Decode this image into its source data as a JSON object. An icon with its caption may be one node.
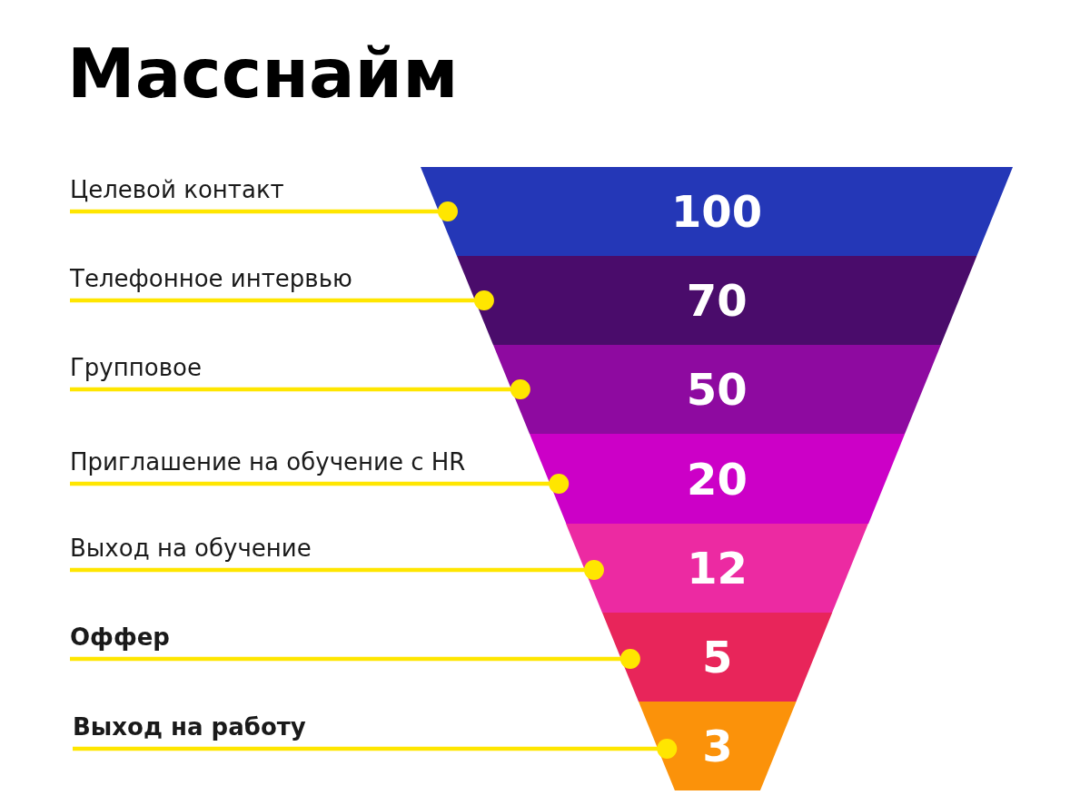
{
  "diagram": {
    "title": "Масснайм",
    "nodes": [
      {
        "text": [
          "Целевой контакт"
        ]
      },
      {
        "text": [
          "100"
        ]
      },
      {
        "text": [
          "Телефонное интервью"
        ]
      },
      {
        "text": [
          "70"
        ]
      },
      {
        "text": [
          "Групповое"
        ]
      },
      {
        "text": [
          "50"
        ]
      },
      {
        "text": [
          "Приглашение на обучение с HR"
        ]
      },
      {
        "text": [
          "20"
        ]
      },
      {
        "text": [
          "Выход на обучение"
        ]
      },
      {
        "text": [
          "12"
        ]
      },
      {
        "text": [
          "Оффер"
        ]
      },
      {
        "text": [
          "5"
        ]
      },
      {
        "text": [
          "Выход на работу"
        ]
      },
      {
        "text": [
          "3"
        ]
      }
    ],
    "edges": [
      {
        "from": 0,
        "to": 1,
        "arrow": "other"
      },
      {
        "from": 2,
        "to": 3,
        "arrow": "other"
      },
      {
        "from": 4,
        "to": 5,
        "arrow": "other"
      },
      {
        "from": 6,
        "to": 7,
        "arrow": "other"
      },
      {
        "from": 8,
        "to": 9,
        "arrow": "other"
      },
      {
        "from": 10,
        "to": 11,
        "arrow": "other"
      },
      {
        "from": 12,
        "to": 13,
        "arrow": "other"
      }
    ]
  }
}
